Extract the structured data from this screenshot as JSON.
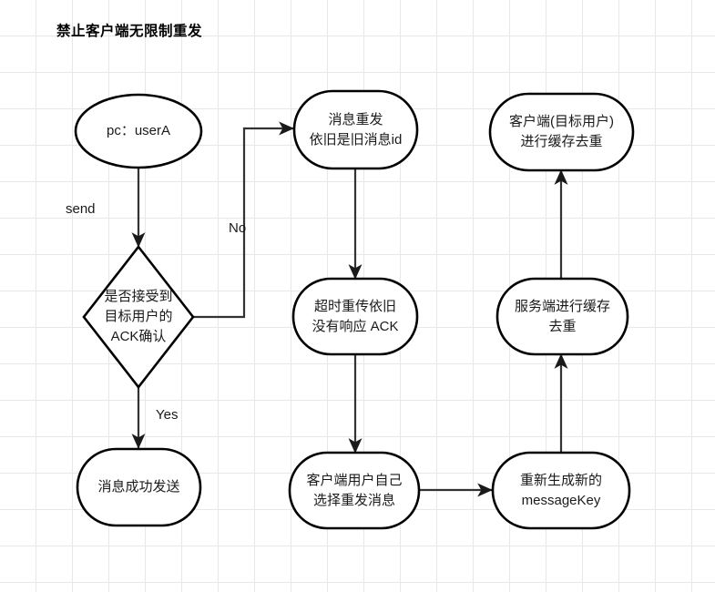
{
  "title": "禁止客户端无限制重发",
  "diagram": {
    "type": "flowchart",
    "nodes": [
      {
        "id": "start",
        "shape": "ellipse",
        "lines": [
          "pc：userA"
        ]
      },
      {
        "id": "decision",
        "shape": "diamond",
        "lines": [
          "是否接受到",
          "目标用户的",
          "ACK确认"
        ]
      },
      {
        "id": "success",
        "shape": "stadium",
        "lines": [
          "消息成功发送"
        ]
      },
      {
        "id": "resend-id",
        "shape": "stadium",
        "lines": [
          "消息重发",
          "依旧是旧消息id"
        ]
      },
      {
        "id": "timeout-ack",
        "shape": "stadium",
        "lines": [
          "超时重传依旧",
          "没有响应 ACK"
        ]
      },
      {
        "id": "user-resend",
        "shape": "stadium",
        "lines": [
          "客户端用户自己",
          "选择重发消息"
        ]
      },
      {
        "id": "new-key",
        "shape": "stadium",
        "lines": [
          "重新生成新的",
          "messageKey"
        ]
      },
      {
        "id": "server-dedup",
        "shape": "stadium",
        "lines": [
          "服务端进行缓存",
          "去重"
        ]
      },
      {
        "id": "client-dedup",
        "shape": "stadium",
        "lines": [
          "客户端(目标用户)",
          "进行缓存去重"
        ]
      }
    ],
    "edges": [
      {
        "from": "start",
        "to": "decision",
        "label": "send"
      },
      {
        "from": "decision",
        "to": "resend-id",
        "label": "No"
      },
      {
        "from": "decision",
        "to": "success",
        "label": "Yes"
      },
      {
        "from": "resend-id",
        "to": "timeout-ack",
        "label": ""
      },
      {
        "from": "timeout-ack",
        "to": "user-resend",
        "label": ""
      },
      {
        "from": "user-resend",
        "to": "new-key",
        "label": ""
      },
      {
        "from": "new-key",
        "to": "server-dedup",
        "label": ""
      },
      {
        "from": "server-dedup",
        "to": "client-dedup",
        "label": ""
      }
    ]
  },
  "colors": {
    "stroke": "#000000",
    "edge": "#333333",
    "fill": "#ffffff",
    "grid": "#e8e8e8",
    "text": "#1a1a1a"
  }
}
